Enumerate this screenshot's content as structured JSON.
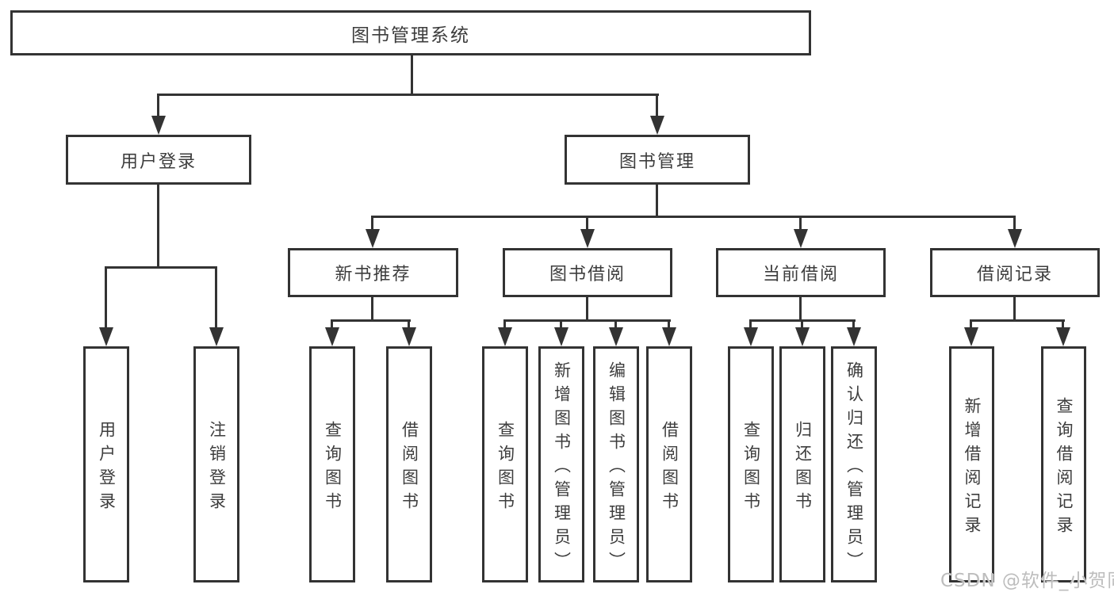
{
  "colors": {
    "line": "#333333",
    "box_border": "#333333",
    "text": "#3d3d3d",
    "background": "#ffffff",
    "watermark": "#bdbdbd"
  },
  "nodes": {
    "root": "图书管理系统",
    "user_login": "用户登录",
    "book_mgmt": "图书管理",
    "new_book_rec": "新书推荐",
    "book_borrow": "图书借阅",
    "current_borrow": "当前借阅",
    "borrow_records": "借阅记录",
    "leaf_user_login": "用户登录",
    "leaf_logout": "注销登录",
    "leaf_query_book_rec": "查询图书",
    "leaf_borrow_book_rec": "借阅图书",
    "leaf_query_book_borrow": "查询图书",
    "leaf_add_book": "新增图书（管理员）",
    "leaf_edit_book": "编辑图书（管理员）",
    "leaf_borrow_book_borrow": "借阅图书",
    "leaf_query_book_current": "查询图书",
    "leaf_return_book": "归还图书",
    "leaf_confirm_return": "确认归还（管理员）",
    "leaf_add_borrow_record": "新增借阅记录",
    "leaf_query_borrow_record": "查询借阅记录"
  },
  "tree": {
    "图书管理系统": {
      "用户登录": [
        "用户登录",
        "注销登录"
      ],
      "图书管理": {
        "新书推荐": [
          "查询图书",
          "借阅图书"
        ],
        "图书借阅": [
          "查询图书",
          "新增图书（管理员）",
          "编辑图书（管理员）",
          "借阅图书"
        ],
        "当前借阅": [
          "查询图书",
          "归还图书",
          "确认归还（管理员）"
        ],
        "借阅记录": [
          "新增借阅记录",
          "查询借阅记录"
        ]
      }
    }
  },
  "watermark": "CSDN @软件_小贺同学"
}
